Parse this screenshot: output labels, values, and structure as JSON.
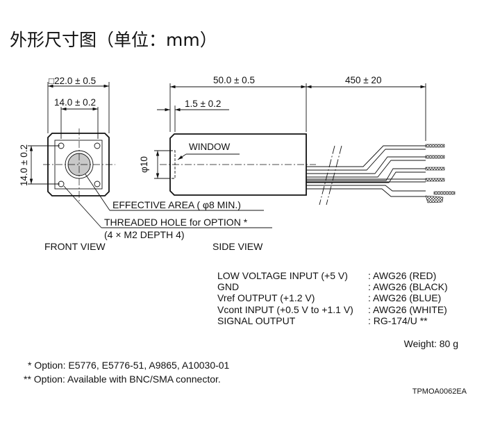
{
  "title": "外形尺寸图（单位：mm）",
  "dimensions": {
    "outer_square": "□22.0 ± 0.5",
    "hole_pitch_h": "14.0 ± 0.2",
    "hole_pitch_v": "14.0 ± 0.2",
    "length": "50.0 ± 0.5",
    "window_offset": "1.5 ± 0.2",
    "cable_length": "450 ± 20",
    "window_dia": "φ10"
  },
  "labels": {
    "window": "WINDOW",
    "effective_area": "EFFECTIVE AREA ( φ8 MIN.)",
    "threaded_hole": "THREADED HOLE for OPTION *",
    "threaded_hole_spec": "(4 × M2 DEPTH 4)",
    "front_view": "FRONT VIEW",
    "side_view": "SIDE VIEW"
  },
  "wiring": [
    {
      "signal": "LOW VOLTAGE INPUT (+5 V)",
      "wire": ": AWG26 (RED)"
    },
    {
      "signal": "GND",
      "wire": ": AWG26 (BLACK)"
    },
    {
      "signal": "Vref OUTPUT (+1.2 V)",
      "wire": ": AWG26 (BLUE)"
    },
    {
      "signal": "Vcont INPUT (+0.5 V to +1.1 V)",
      "wire": ": AWG26 (WHITE)"
    },
    {
      "signal": "SIGNAL OUTPUT",
      "wire": ": RG-174/U **"
    }
  ],
  "weight": "Weight: 80 g",
  "footnotes": [
    "* Option: E5776, E5776-51, A9865, A10030-01",
    "** Option: Available with BNC/SMA connector."
  ],
  "drawing_id": "TPMOA0062EA"
}
